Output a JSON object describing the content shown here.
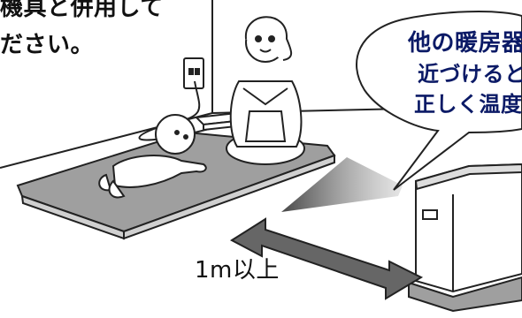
{
  "caption_top": {
    "line1": "機具と併用して",
    "line2": "ださい。"
  },
  "speech_bubble": {
    "line1": "他の暖房器",
    "line2": "近づけると",
    "line3": "正しく温度"
  },
  "distance_label": "1m以上"
}
